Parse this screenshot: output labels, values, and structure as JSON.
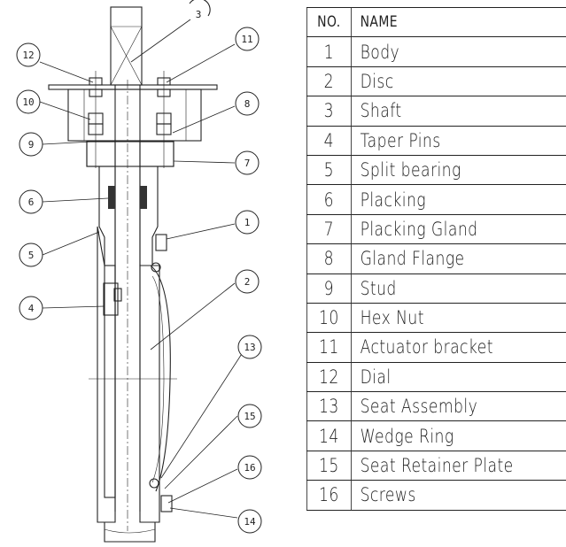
{
  "table": {
    "header": {
      "no": "NO.",
      "name": "NAME"
    },
    "rows": [
      {
        "no": "1",
        "name": "Body"
      },
      {
        "no": "2",
        "name": "Disc"
      },
      {
        "no": "3",
        "name": "Shaft"
      },
      {
        "no": "4",
        "name": "Taper Pins"
      },
      {
        "no": "5",
        "name": "Split bearing"
      },
      {
        "no": "6",
        "name": "Placking"
      },
      {
        "no": "7",
        "name": "Placking Gland"
      },
      {
        "no": "8",
        "name": "Gland Flange"
      },
      {
        "no": "9",
        "name": "Stud"
      },
      {
        "no": "10",
        "name": "Hex Nut"
      },
      {
        "no": "11",
        "name": "Actuator bracket"
      },
      {
        "no": "12",
        "name": "Dial"
      },
      {
        "no": "13",
        "name": "Seat Assembly"
      },
      {
        "no": "14",
        "name": "Wedge Ring"
      },
      {
        "no": "15",
        "name": "Seat Retainer Plate"
      },
      {
        "no": "16",
        "name": "Screws"
      }
    ]
  },
  "drawing": {
    "callouts": [
      "3",
      "12",
      "11",
      "10",
      "8",
      "9",
      "7",
      "6",
      "1",
      "5",
      "2",
      "4",
      "13",
      "15",
      "16",
      "14"
    ]
  }
}
